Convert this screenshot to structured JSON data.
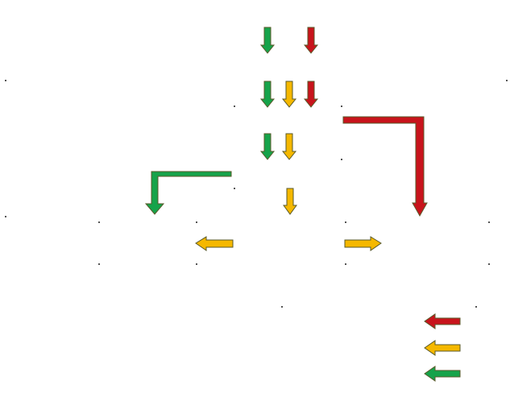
{
  "colors": {
    "green": "#16a34a",
    "yellow": "#f5b800",
    "red": "#c8141c",
    "outline": "#5a5a2a",
    "background": "#ffffff"
  },
  "arrows": [
    {
      "id": "row1-green-down",
      "color": "green",
      "direction": "down"
    },
    {
      "id": "row1-red-down",
      "color": "red",
      "direction": "down"
    },
    {
      "id": "row2-green-down",
      "color": "green",
      "direction": "down"
    },
    {
      "id": "row2-yellow-down",
      "color": "yellow",
      "direction": "down"
    },
    {
      "id": "row2-red-down",
      "color": "red",
      "direction": "down"
    },
    {
      "id": "row3-green-down",
      "color": "green",
      "direction": "down"
    },
    {
      "id": "row3-yellow-down",
      "color": "yellow",
      "direction": "down"
    },
    {
      "id": "green-turn-left",
      "color": "green",
      "direction": "left-then-down"
    },
    {
      "id": "red-turn-right",
      "color": "red",
      "direction": "right-then-down"
    },
    {
      "id": "yellow-straight-down",
      "color": "yellow",
      "direction": "down"
    },
    {
      "id": "yellow-left",
      "color": "yellow",
      "direction": "left"
    },
    {
      "id": "yellow-right",
      "color": "yellow",
      "direction": "right"
    },
    {
      "id": "legend-red-left",
      "color": "red",
      "direction": "left"
    },
    {
      "id": "legend-yellow-left",
      "color": "yellow",
      "direction": "left"
    },
    {
      "id": "legend-green-left",
      "color": "green",
      "direction": "left"
    }
  ]
}
